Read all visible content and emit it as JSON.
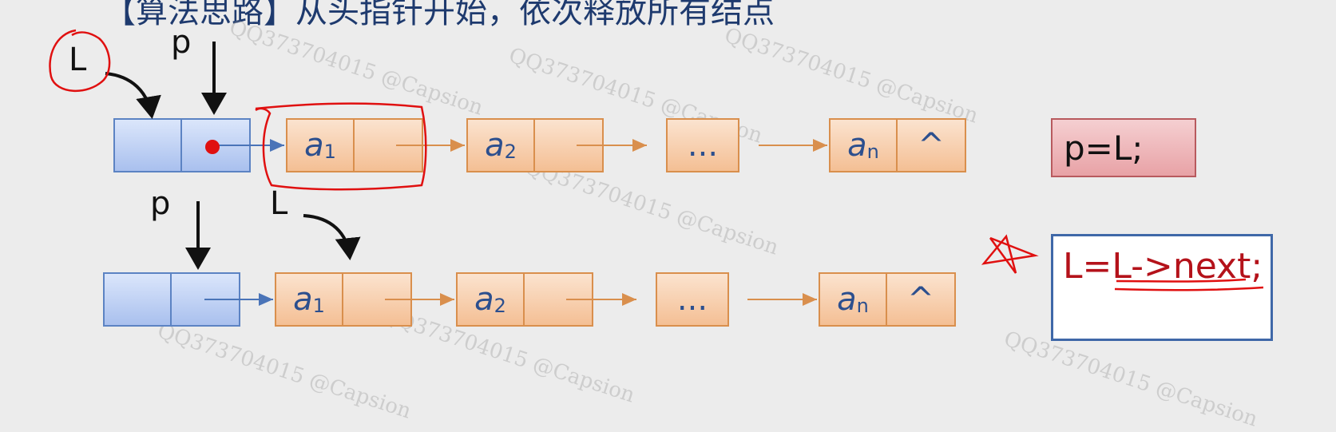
{
  "title": "【算法思路】从头指针开始，依次释放所有结点",
  "row1": {
    "label_L": "L",
    "label_p": "p",
    "nodes": [
      {
        "data": "a",
        "sub": "1"
      },
      {
        "data": "a",
        "sub": "2"
      },
      {
        "data": "...",
        "sub": ""
      },
      {
        "data": "a",
        "sub": "n"
      }
    ],
    "null_symbol": "^"
  },
  "row2": {
    "label_p": "p",
    "label_L": "L",
    "nodes": [
      {
        "data": "a",
        "sub": "1"
      },
      {
        "data": "a",
        "sub": "2"
      },
      {
        "data": "...",
        "sub": ""
      },
      {
        "data": "a",
        "sub": "n"
      }
    ],
    "null_symbol": "^"
  },
  "code": {
    "step1": "p=L;",
    "step2": "L=L->next;"
  },
  "watermark": "QQ373704015 @Capsion",
  "colors": {
    "head_node": "#a9c0ee",
    "data_node": "#f4bf94",
    "arrow": "#d98f4d",
    "annotation": "#e01010"
  }
}
